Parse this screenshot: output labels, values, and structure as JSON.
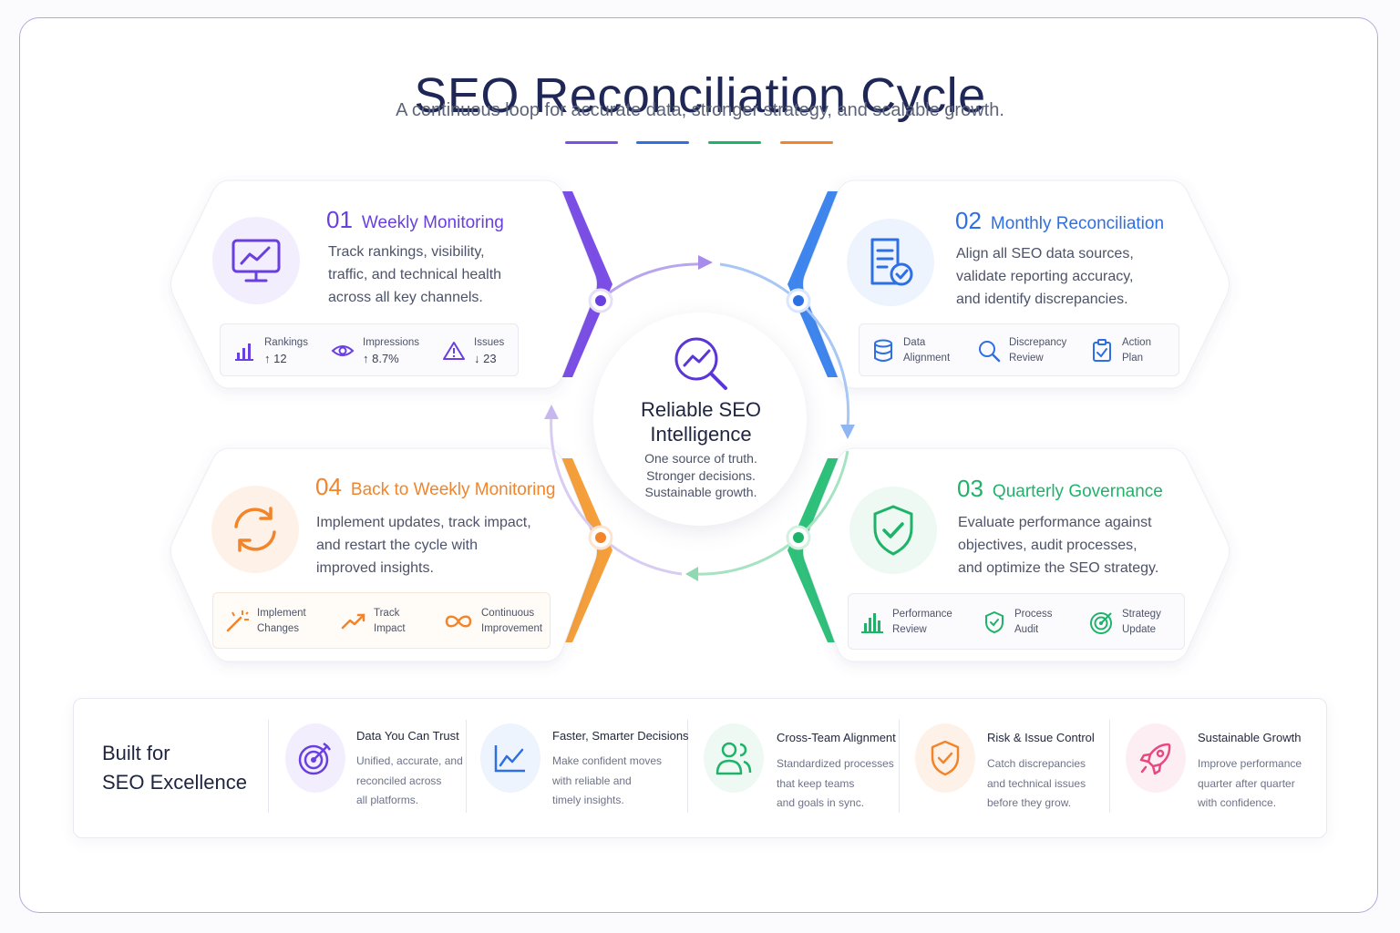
{
  "header": {
    "title": "SEO Reconciliation Cycle",
    "subtitle": "A continuous loop for accurate data, stronger strategy, and scalable growth."
  },
  "colors": {
    "purple": "#7b4ee6",
    "blue": "#2f6fe4",
    "green": "#1fb36a",
    "orange": "#f2842a",
    "pink": "#e9477f"
  },
  "center": {
    "title": "Reliable SEO Intelligence",
    "lines": [
      "One source of truth.",
      "Stronger decisions.",
      "Sustainable growth."
    ],
    "icon": "magnifier-chart-icon"
  },
  "steps": [
    {
      "number": "01",
      "title": "Weekly Monitoring",
      "icon": "monitor-chart-icon",
      "description_lines": [
        "Track rankings, visibility,",
        "traffic, and technical health",
        "across all key channels."
      ],
      "metrics": [
        {
          "label": "Rankings",
          "value": "↑ 12",
          "icon": "bar-chart-icon"
        },
        {
          "label": "Impressions",
          "value": "↑ 8.7%",
          "icon": "eye-icon"
        },
        {
          "label": "Issues",
          "value": "↓ 23",
          "icon": "warning-icon"
        }
      ]
    },
    {
      "number": "02",
      "title": "Monthly Reconciliation",
      "icon": "document-check-icon",
      "description_lines": [
        "Align all SEO data sources,",
        "validate reporting accuracy,",
        "and identify discrepancies."
      ],
      "metrics": [
        {
          "label": "Data",
          "value": "Alignment",
          "icon": "database-icon"
        },
        {
          "label": "Discrepancy",
          "value": "Review",
          "icon": "search-icon"
        },
        {
          "label": "Action",
          "value": "Plan",
          "icon": "clipboard-check-icon"
        }
      ]
    },
    {
      "number": "03",
      "title": "Quarterly Governance",
      "icon": "shield-check-icon",
      "description_lines": [
        "Evaluate performance against",
        "objectives, audit processes,",
        "and optimize the SEO strategy."
      ],
      "metrics": [
        {
          "label": "Performance",
          "value": "Review",
          "icon": "bar-chart-icon"
        },
        {
          "label": "Process",
          "value": "Audit",
          "icon": "shield-check-icon"
        },
        {
          "label": "Strategy",
          "value": "Update",
          "icon": "target-icon"
        }
      ]
    },
    {
      "number": "04",
      "title": "Back to Weekly Monitoring",
      "icon": "refresh-icon",
      "description_lines": [
        "Implement updates, track impact,",
        "and restart the cycle with",
        "improved insights."
      ],
      "metrics": [
        {
          "label": "Implement",
          "value": "Changes",
          "icon": "magic-wand-icon"
        },
        {
          "label": "Track",
          "value": "Impact",
          "icon": "trend-up-icon"
        },
        {
          "label": "Continuous",
          "value": "Improvement",
          "icon": "infinity-icon"
        }
      ]
    }
  ],
  "bottom": {
    "title_lines": [
      "Built for",
      "SEO Excellence"
    ],
    "features": [
      {
        "title": "Data You Can Trust",
        "icon": "target-icon",
        "lines": [
          "Unified, accurate, and",
          "reconciled across",
          "all platforms."
        ]
      },
      {
        "title": "Faster, Smarter Decisions",
        "icon": "line-chart-icon",
        "lines": [
          "Make confident moves",
          "with reliable and",
          "timely insights."
        ]
      },
      {
        "title": "Cross-Team Alignment",
        "icon": "users-icon",
        "lines": [
          "Standardized processes",
          "that keep teams",
          "and goals in sync."
        ]
      },
      {
        "title": "Risk & Issue Control",
        "icon": "shield-check-icon",
        "lines": [
          "Catch discrepancies",
          "and technical issues",
          "before they grow."
        ]
      },
      {
        "title": "Sustainable Growth",
        "icon": "rocket-icon",
        "lines": [
          "Improve performance",
          "quarter after quarter",
          "with confidence."
        ]
      }
    ]
  }
}
